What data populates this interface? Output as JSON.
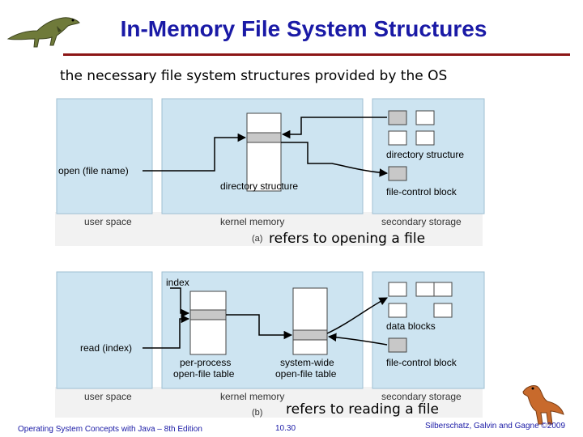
{
  "slide": {
    "title": "In-Memory File System Structures",
    "subtitle": "the necessary file system structures provided by the OS"
  },
  "diagram_a": {
    "label_open": "open (file name)",
    "label_directory_structure_mem": "directory structure",
    "label_directory_structure_disk": "directory structure",
    "label_fcb": "file-control block",
    "region_user": "user space",
    "region_kernel": "kernel memory",
    "region_secondary": "secondary storage",
    "letter": "(a)",
    "caption": "refers to opening a file"
  },
  "diagram_b": {
    "label_index": "index",
    "label_read": "read (index)",
    "label_per_process_1": "per-process",
    "label_per_process_2": "open-file table",
    "label_system_wide_1": "system-wide",
    "label_system_wide_2": "open-file table",
    "label_data_blocks": "data blocks",
    "label_fcb": "file-control block",
    "region_user": "user space",
    "region_kernel": "kernel memory",
    "region_secondary": "secondary storage",
    "letter": "(b)",
    "caption": "refers to reading a file"
  },
  "footer": {
    "book": "Operating System Concepts with Java – 8th Edition",
    "page": "10.30",
    "authors": "Silberschatz, Galvin and Gagne ©2009"
  },
  "colors": {
    "title": "#1a1aa6",
    "panel": "#cde4f1",
    "rule": "#8c1616",
    "block_fill": "#ffffff",
    "block_highlight": "#c8c8c8"
  }
}
